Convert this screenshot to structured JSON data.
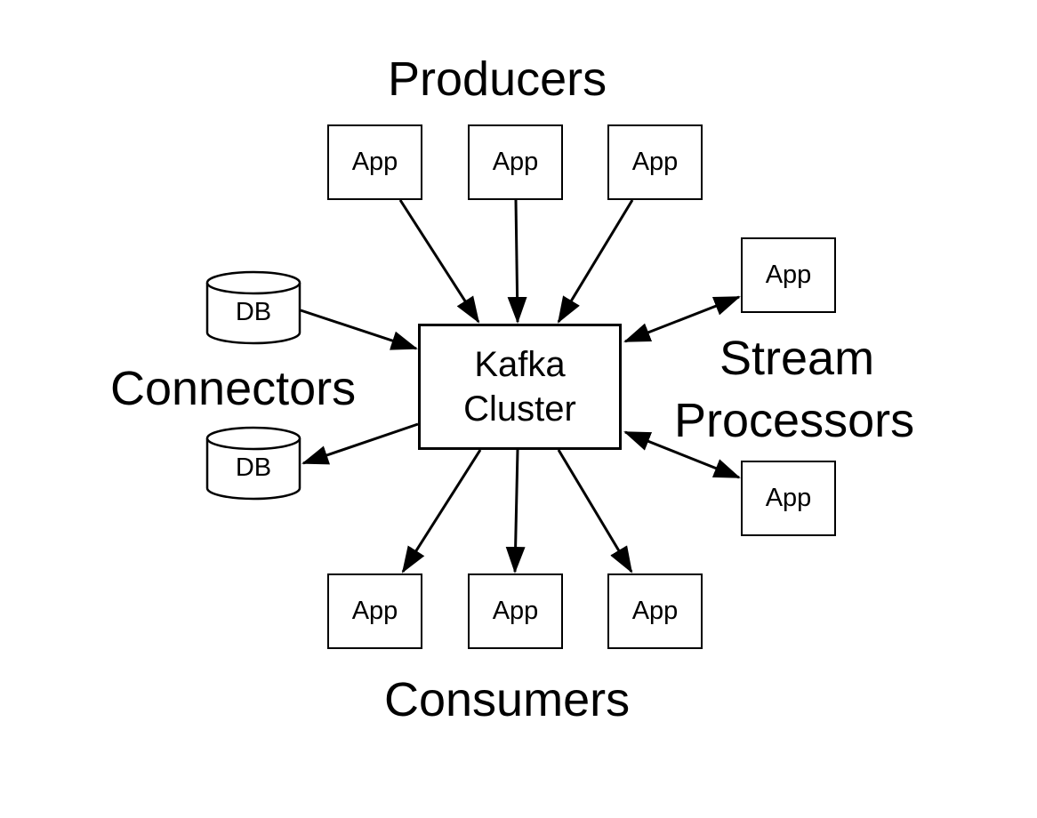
{
  "groups": {
    "producers": "Producers",
    "consumers": "Consumers",
    "connectors": "Connectors",
    "stream_processors_line1": "Stream",
    "stream_processors_line2": "Processors"
  },
  "cluster": {
    "line1": "Kafka",
    "line2": "Cluster"
  },
  "producers": [
    "App",
    "App",
    "App"
  ],
  "consumers": [
    "App",
    "App",
    "App"
  ],
  "stream_apps": [
    "App",
    "App"
  ],
  "databases": [
    "DB",
    "DB"
  ],
  "colors": {
    "stroke": "#000000",
    "fill": "#ffffff"
  }
}
